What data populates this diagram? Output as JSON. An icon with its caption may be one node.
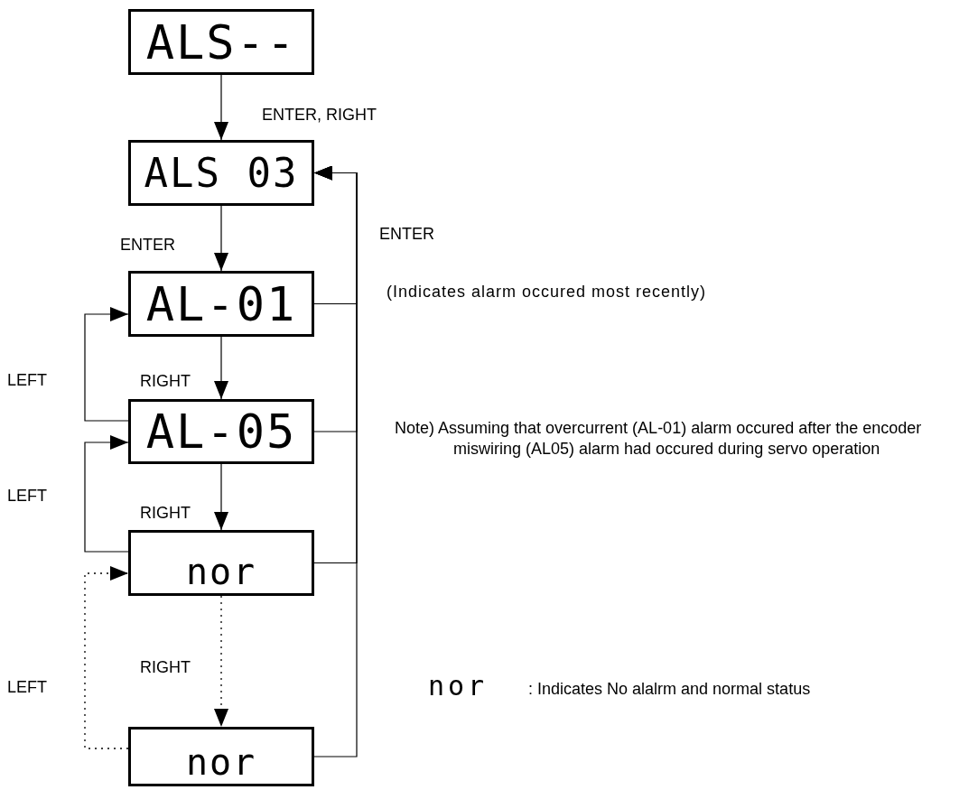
{
  "diagram": {
    "nodes": [
      {
        "text": [
          "ALS--"
        ]
      },
      {
        "text": [
          "ALS 03"
        ]
      },
      {
        "text": [
          "AL-01"
        ]
      },
      {
        "text": [
          "AL-05"
        ]
      },
      {
        "text": [
          "nor"
        ]
      },
      {
        "text": [
          "nor"
        ]
      }
    ],
    "edges": [
      {
        "from": 0,
        "to": 1,
        "arrow": "to",
        "label": "ENTER, RIGHT"
      },
      {
        "from": 1,
        "to": 2,
        "arrow": "to",
        "label": "ENTER"
      },
      {
        "from": 2,
        "to": 3,
        "arrow": "to",
        "label": "RIGHT"
      },
      {
        "from": 3,
        "to": 4,
        "arrow": "to",
        "label": "RIGHT"
      },
      {
        "from": 4,
        "to": 5,
        "arrow": "to",
        "label": "RIGHT",
        "style": "dashed"
      },
      {
        "from": 3,
        "to": 2,
        "arrow": "to",
        "label": "LEFT"
      },
      {
        "from": 4,
        "to": 3,
        "arrow": "to",
        "label": "LEFT"
      },
      {
        "from": 5,
        "to": 4,
        "arrow": "to",
        "label": "LEFT",
        "style": "dashed"
      },
      {
        "from": 2,
        "to": 1,
        "arrow": "to",
        "label": "ENTER"
      },
      {
        "from": 3,
        "to": 1,
        "arrow": "to"
      },
      {
        "from": 4,
        "to": 1,
        "arrow": "to"
      },
      {
        "from": 5,
        "to": 1,
        "arrow": "to"
      }
    ],
    "labels": [
      "(Indicates alarm occured most recently)",
      "Note) Assuming that overcurrent (AL-01) alarm occured after the encoder miswiring (AL05) alarm had occured during servo operation",
      "nor",
      ": Indicates No alalrm and normal status"
    ]
  }
}
